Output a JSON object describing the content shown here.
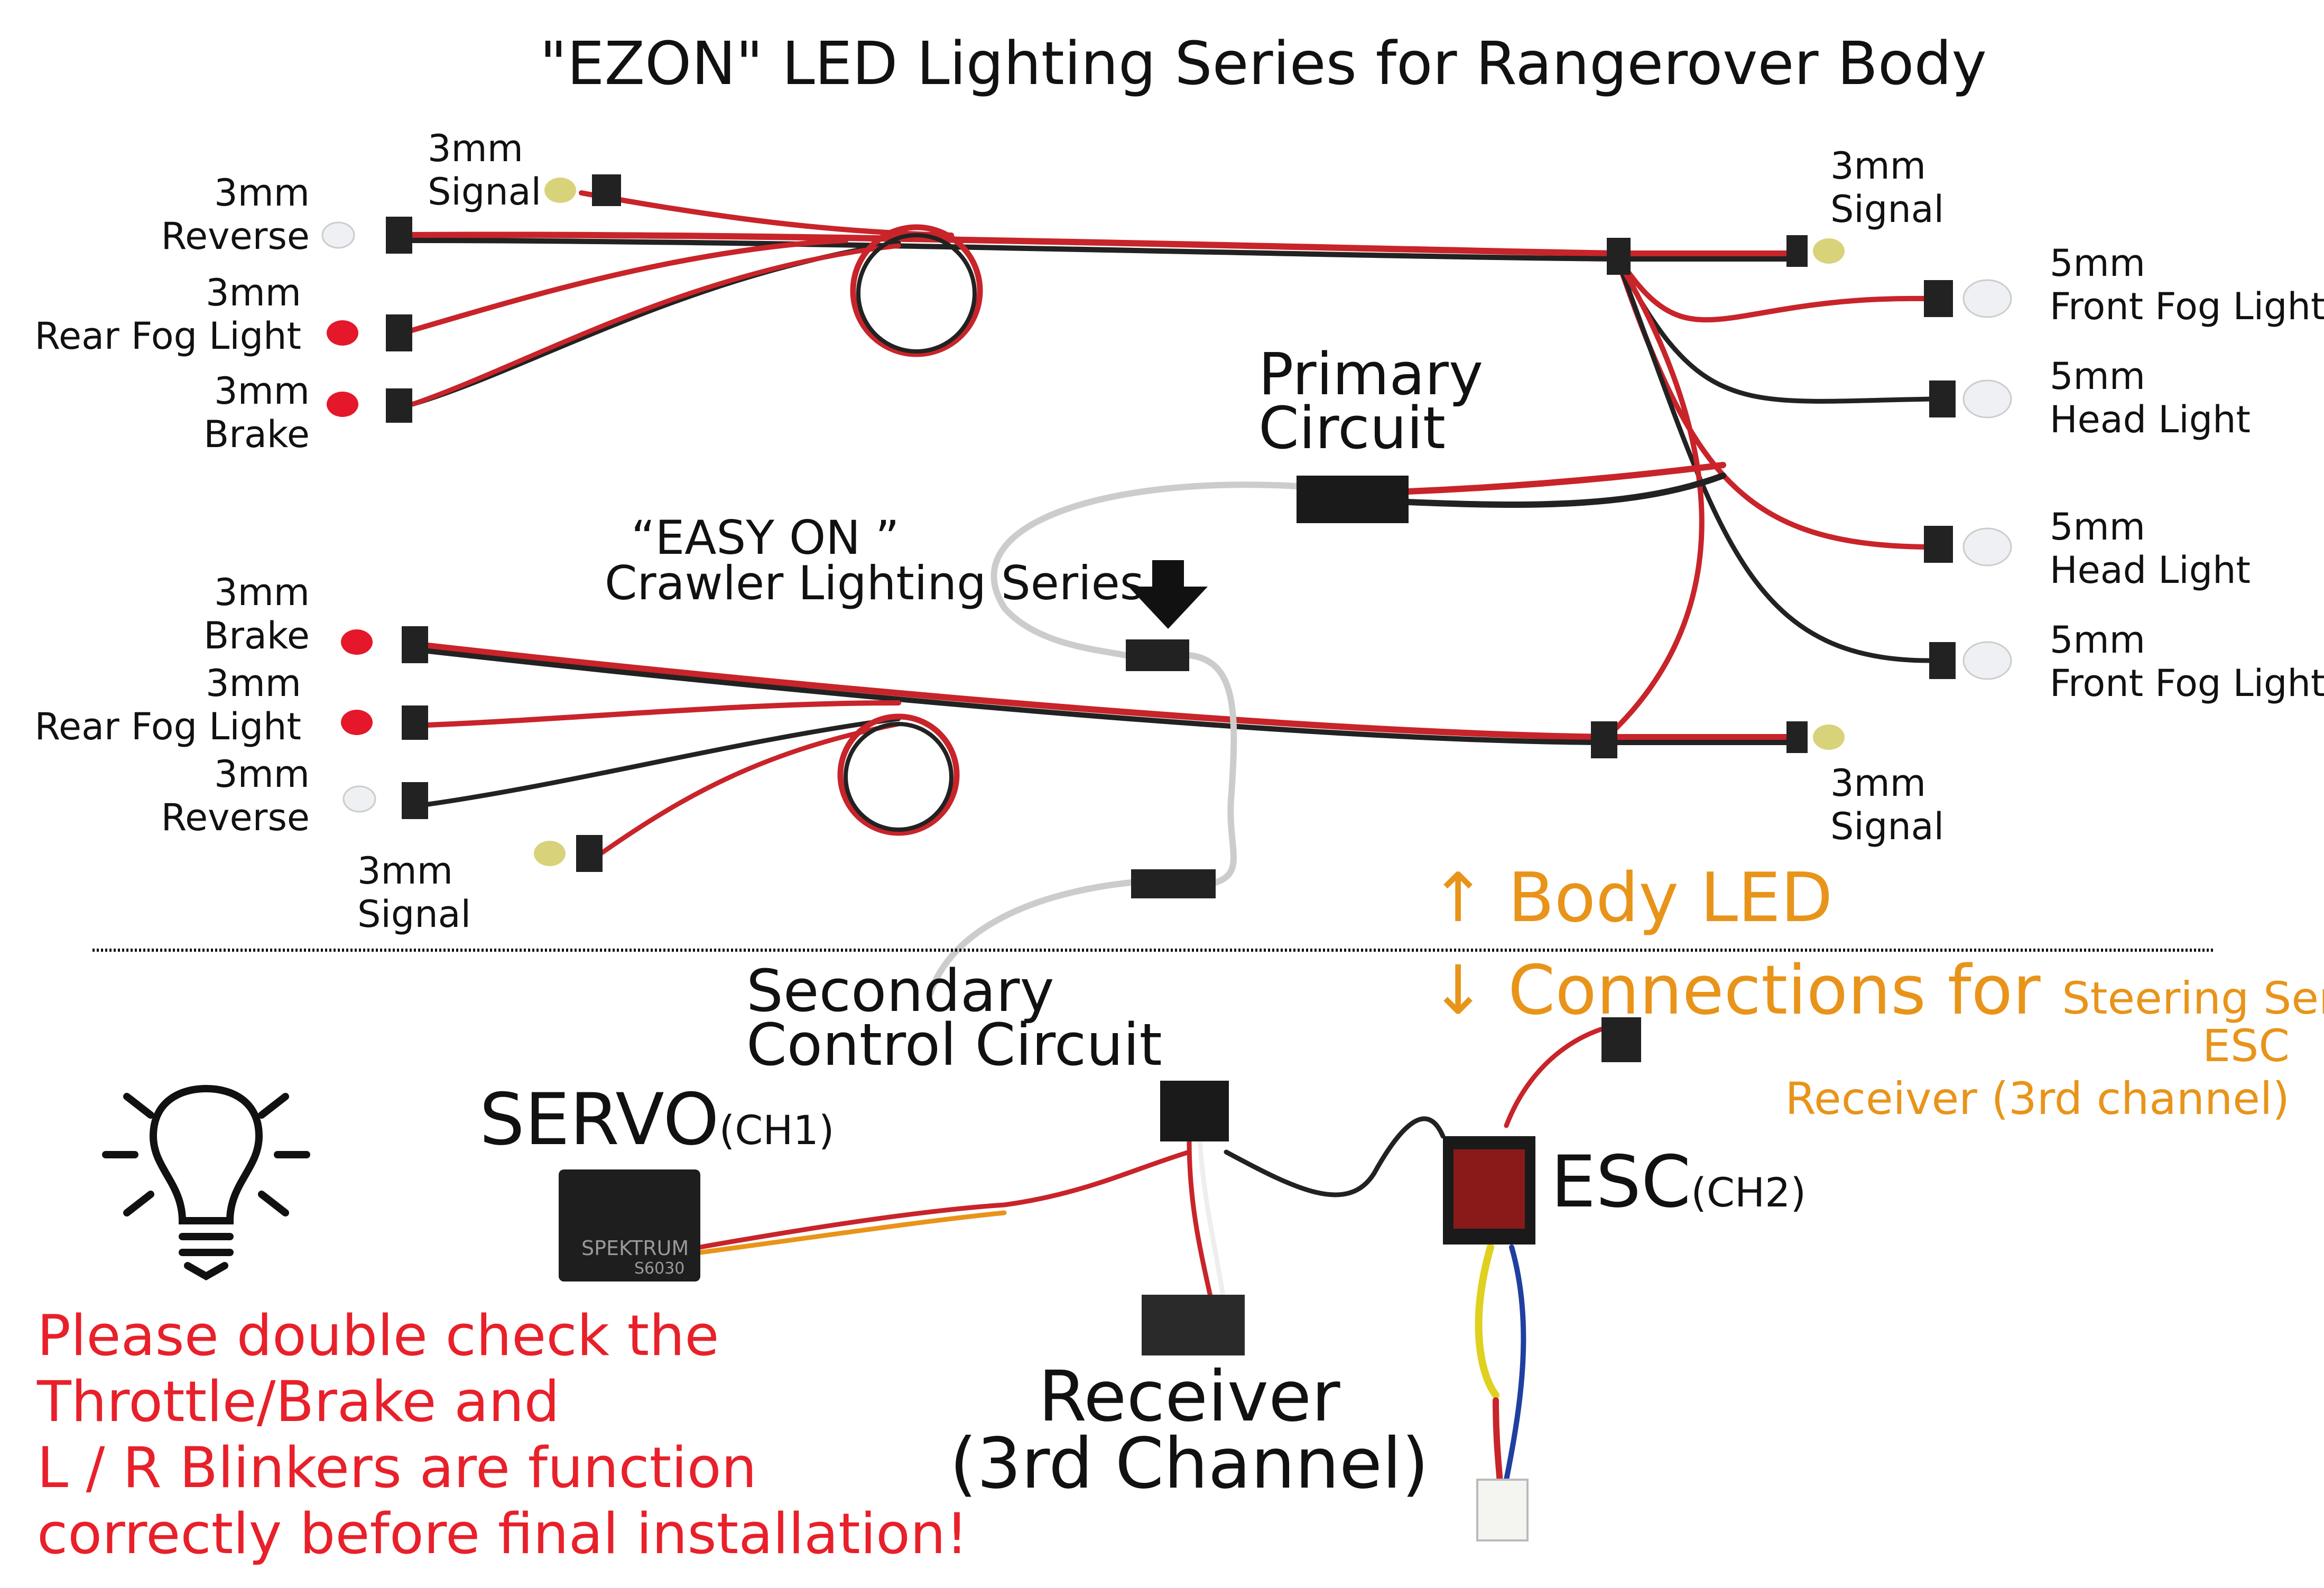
{
  "title": "\"EZON\" LED Lighting Series for Rangerover Body",
  "top_left_labels": {
    "signal": [
      "3mm",
      "Signal"
    ],
    "reverse": [
      "3mm",
      "Reverse"
    ],
    "rear_fog": [
      "3mm",
      "Rear Fog Light"
    ],
    "brake": [
      "3mm",
      "Brake"
    ]
  },
  "top_right_labels": {
    "signal": [
      "3mm",
      "Signal"
    ],
    "front_fog_1": [
      "5mm",
      "Front Fog Light"
    ],
    "head_1": [
      "5mm",
      "Head Light"
    ],
    "head_2": [
      "5mm",
      "Head Light"
    ],
    "front_fog_2": [
      "5mm",
      "Front Fog Light"
    ],
    "signal_bottom": [
      "3mm",
      "Signal"
    ]
  },
  "bottom_left_labels": {
    "brake": [
      "3mm",
      "Brake"
    ],
    "rear_fog": [
      "3mm",
      "Rear Fog Light"
    ],
    "reverse": [
      "3mm",
      "Reverse"
    ],
    "signal": [
      "3mm",
      "Signal"
    ]
  },
  "primary_circuit": [
    "Primary",
    "Circuit"
  ],
  "easy_on": [
    "“EASY ON ”",
    "Crawler Lighting Series"
  ],
  "body_led": "↑ Body LED",
  "connections": {
    "heading": "↓ Connections for",
    "items": [
      "Steering Servo",
      "ESC",
      "Receiver (3rd channel)"
    ]
  },
  "secondary_circuit": [
    "Secondary",
    "Control Circuit"
  ],
  "servo": {
    "main": "SERVO",
    "channel": "(CH1)",
    "brand": "SPEKTRUM",
    "model": "S6030"
  },
  "esc": {
    "main": "ESC",
    "channel": "(CH2)"
  },
  "receiver": [
    "Receiver",
    "(3rd Channel)"
  ],
  "warning": [
    "Please double check the",
    "Throttle/Brake and",
    "L / R Blinkers are function",
    "correctly before final installation!"
  ],
  "colors": {
    "accent_orange": "#E8941A",
    "warning_red": "#E8202A",
    "wire_red": "#C8242A",
    "wire_black": "#222222"
  },
  "icons": [
    "lightbulb-icon",
    "arrow-down-icon"
  ]
}
